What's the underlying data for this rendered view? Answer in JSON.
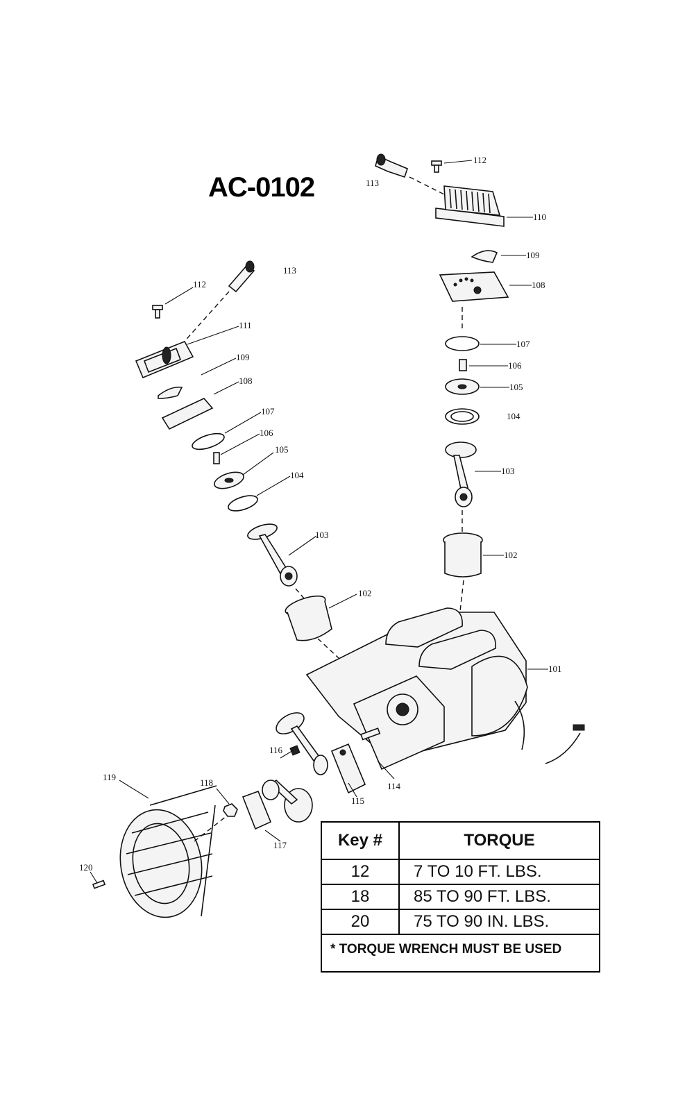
{
  "title": "AC-0102",
  "callouts": [
    "101",
    "102",
    "103",
    "104",
    "105",
    "106",
    "107",
    "108",
    "109",
    "110",
    "111",
    "112",
    "113",
    "114",
    "115",
    "116",
    "117",
    "118",
    "119",
    "120"
  ],
  "torque_table": {
    "header_key": "Key #",
    "header_torque": "TORQUE",
    "rows": [
      {
        "key": "12",
        "value": "7 TO 10 FT. LBS."
      },
      {
        "key": "18",
        "value": "85 TO 90 FT. LBS."
      },
      {
        "key": "20",
        "value": "75 TO 90 IN. LBS."
      }
    ],
    "note": "* TORQUE WRENCH MUST BE USED"
  }
}
